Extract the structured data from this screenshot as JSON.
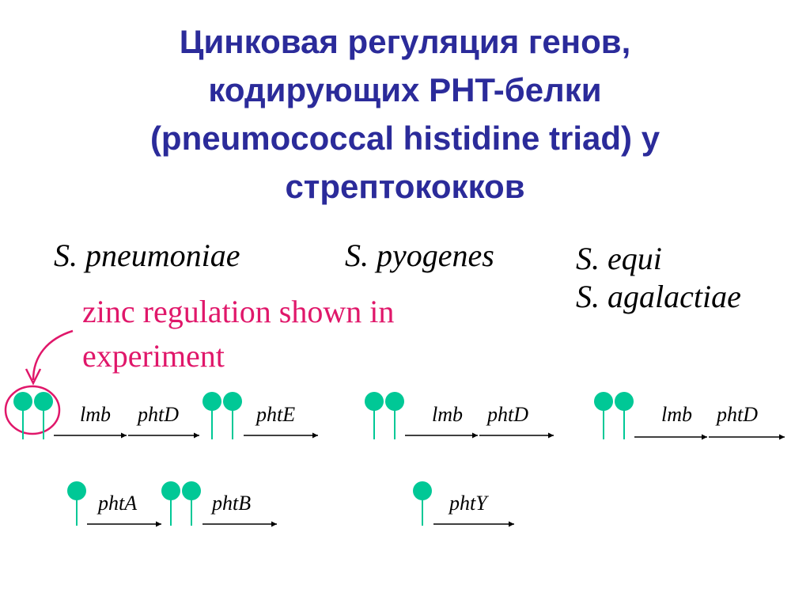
{
  "title": {
    "line1": "Цинковая регуляция генов,",
    "line2": "кодирующих PHT-белки",
    "line3": "(pneumococcal histidine triad) у",
    "line4": "стрептококков"
  },
  "species": {
    "pneumoniae": "S. pneumoniae",
    "pyogenes": "S. pyogenes",
    "equi": "S. equi",
    "agalactiae": "S. agalactiae"
  },
  "note": {
    "line1": "zinc regulation shown in",
    "line2": "experiment"
  },
  "genes": {
    "pneumoniae_row1": [
      "lmb",
      "phtD",
      "phtE"
    ],
    "pneumoniae_row2": [
      "phtA",
      "phtB"
    ],
    "pyogenes_row1": [
      "lmb",
      "phtD"
    ],
    "pyogenes_row2": [
      "phtY"
    ],
    "equi_row1": [
      "lmb",
      "phtD"
    ]
  },
  "colors": {
    "title": "#2b2b9a",
    "regulator_marker": "#00c896",
    "highlight": "#e0176a"
  }
}
